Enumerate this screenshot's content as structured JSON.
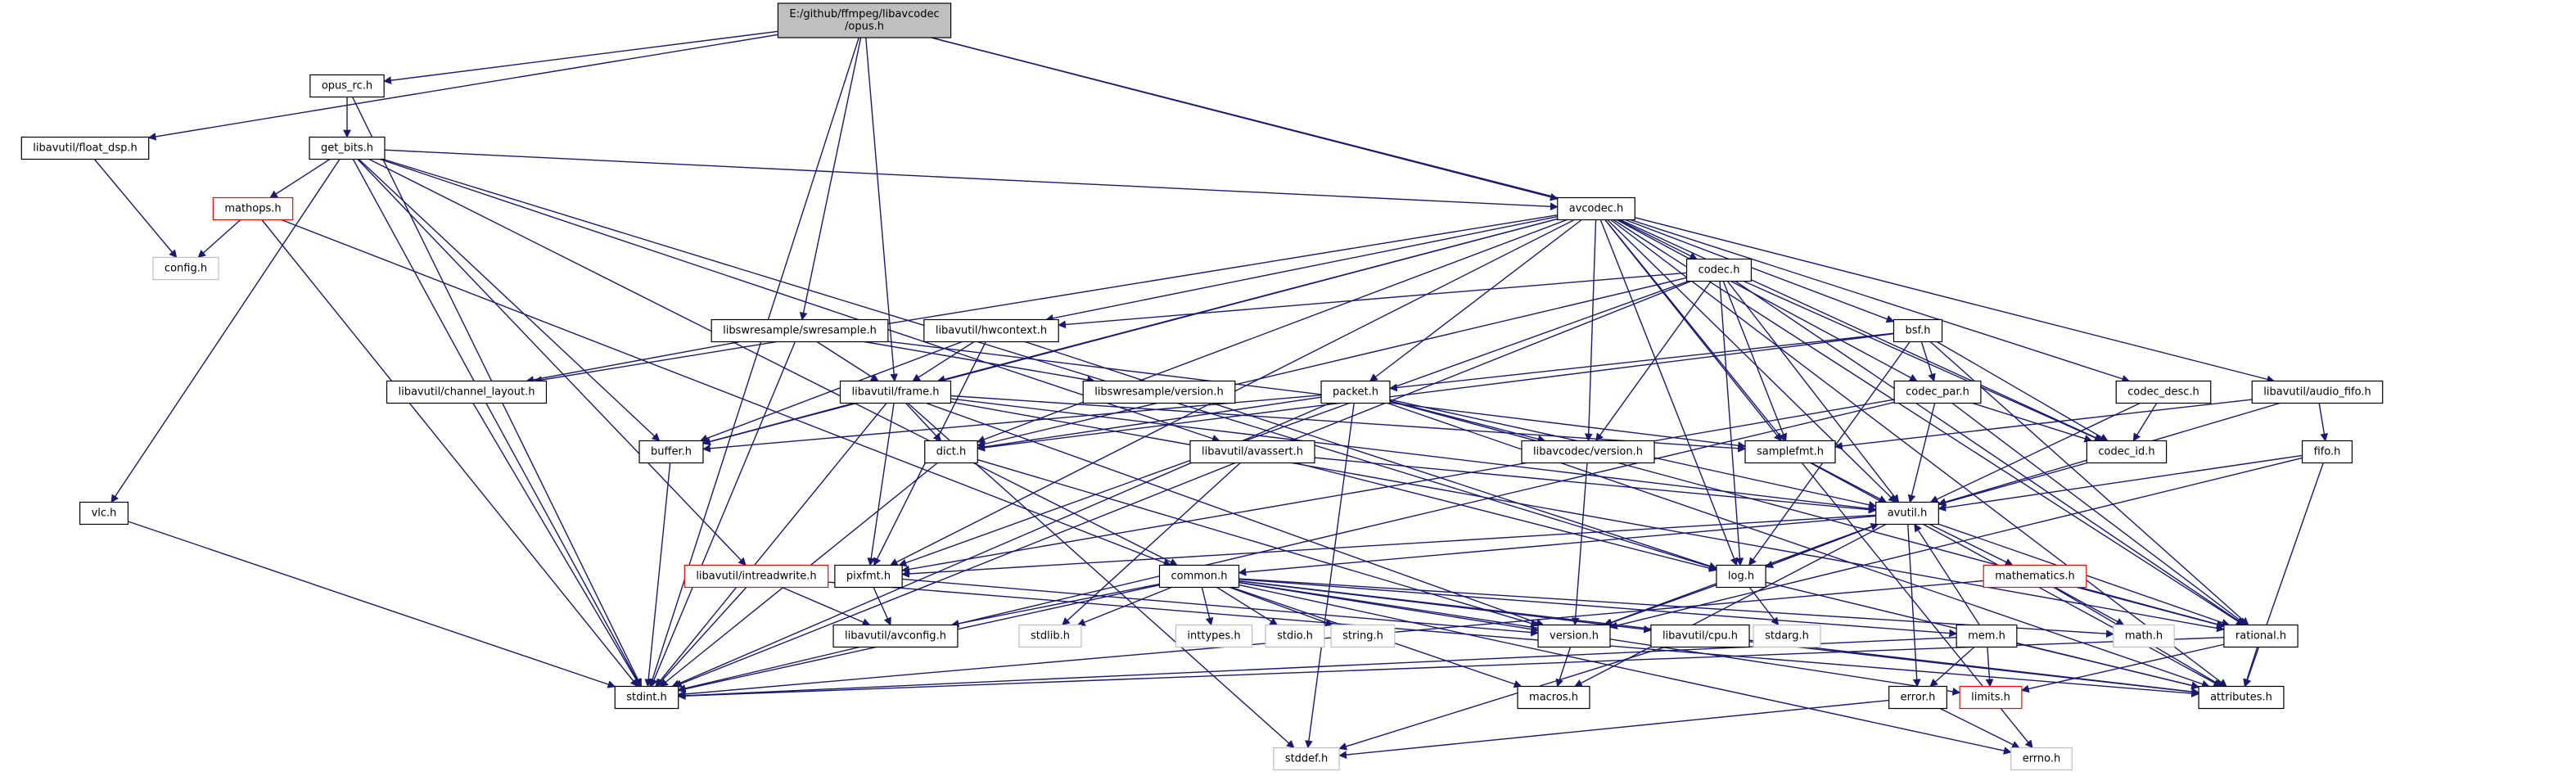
{
  "graph": {
    "root": "root",
    "nodes": [
      {
        "id": "root",
        "label": [
          "E:/github/ffmpeg/libavcodec",
          "/opus.h"
        ],
        "style": "root"
      },
      {
        "id": "opus_rc",
        "label": [
          "opus_rc.h"
        ],
        "style": "normal"
      },
      {
        "id": "float_dsp",
        "label": [
          "libavutil/float_dsp.h"
        ],
        "style": "normal"
      },
      {
        "id": "get_bits",
        "label": [
          "get_bits.h"
        ],
        "style": "normal"
      },
      {
        "id": "mathops",
        "label": [
          "mathops.h"
        ],
        "style": "warn"
      },
      {
        "id": "config",
        "label": [
          "config.h"
        ],
        "style": "sys"
      },
      {
        "id": "vlc",
        "label": [
          "vlc.h"
        ],
        "style": "normal"
      },
      {
        "id": "avcodec",
        "label": [
          "avcodec.h"
        ],
        "style": "normal"
      },
      {
        "id": "codec",
        "label": [
          "codec.h"
        ],
        "style": "normal"
      },
      {
        "id": "swresample",
        "label": [
          "libswresample/swresample.h"
        ],
        "style": "normal"
      },
      {
        "id": "hwcontext",
        "label": [
          "libavutil/hwcontext.h"
        ],
        "style": "normal"
      },
      {
        "id": "channel_layout",
        "label": [
          "libavutil/channel_layout.h"
        ],
        "style": "normal"
      },
      {
        "id": "frame",
        "label": [
          "libavutil/frame.h"
        ],
        "style": "normal"
      },
      {
        "id": "sw_version",
        "label": [
          "libswresample/version.h"
        ],
        "style": "normal"
      },
      {
        "id": "bsf",
        "label": [
          "bsf.h"
        ],
        "style": "normal"
      },
      {
        "id": "packet",
        "label": [
          "packet.h"
        ],
        "style": "normal"
      },
      {
        "id": "codec_par",
        "label": [
          "codec_par.h"
        ],
        "style": "normal"
      },
      {
        "id": "codec_desc",
        "label": [
          "codec_desc.h"
        ],
        "style": "normal"
      },
      {
        "id": "audio_fifo",
        "label": [
          "libavutil/audio_fifo.h"
        ],
        "style": "normal"
      },
      {
        "id": "buffer",
        "label": [
          "buffer.h"
        ],
        "style": "normal"
      },
      {
        "id": "dict",
        "label": [
          "dict.h"
        ],
        "style": "normal"
      },
      {
        "id": "lavc_version",
        "label": [
          "libavcodec/version.h"
        ],
        "style": "normal"
      },
      {
        "id": "samplefmt",
        "label": [
          "samplefmt.h"
        ],
        "style": "normal"
      },
      {
        "id": "codec_id",
        "label": [
          "codec_id.h"
        ],
        "style": "normal"
      },
      {
        "id": "fifo",
        "label": [
          "fifo.h"
        ],
        "style": "normal"
      },
      {
        "id": "avassert",
        "label": [
          "libavutil/avassert.h"
        ],
        "style": "normal"
      },
      {
        "id": "avutil",
        "label": [
          "avutil.h"
        ],
        "style": "normal"
      },
      {
        "id": "intreadwrite",
        "label": [
          "libavutil/intreadwrite.h"
        ],
        "style": "warn"
      },
      {
        "id": "pixfmt",
        "label": [
          "pixfmt.h"
        ],
        "style": "normal"
      },
      {
        "id": "common",
        "label": [
          "common.h"
        ],
        "style": "normal"
      },
      {
        "id": "log",
        "label": [
          "log.h"
        ],
        "style": "normal"
      },
      {
        "id": "mathematics",
        "label": [
          "mathematics.h"
        ],
        "style": "warn"
      },
      {
        "id": "avconfig",
        "label": [
          "libavutil/avconfig.h"
        ],
        "style": "normal"
      },
      {
        "id": "stdlib",
        "label": [
          "stdlib.h"
        ],
        "style": "sys"
      },
      {
        "id": "inttypes",
        "label": [
          "inttypes.h"
        ],
        "style": "sys"
      },
      {
        "id": "stdio",
        "label": [
          "stdio.h"
        ],
        "style": "sys"
      },
      {
        "id": "string",
        "label": [
          "string.h"
        ],
        "style": "sys"
      },
      {
        "id": "version",
        "label": [
          "version.h"
        ],
        "style": "normal"
      },
      {
        "id": "cpu",
        "label": [
          "libavutil/cpu.h"
        ],
        "style": "normal"
      },
      {
        "id": "mem",
        "label": [
          "mem.h"
        ],
        "style": "normal"
      },
      {
        "id": "stdarg",
        "label": [
          "stdarg.h"
        ],
        "style": "sys"
      },
      {
        "id": "math",
        "label": [
          "math.h"
        ],
        "style": "sys"
      },
      {
        "id": "rational",
        "label": [
          "rational.h"
        ],
        "style": "normal"
      },
      {
        "id": "stdint",
        "label": [
          "stdint.h"
        ],
        "style": "normal"
      },
      {
        "id": "macros",
        "label": [
          "macros.h"
        ],
        "style": "normal"
      },
      {
        "id": "error",
        "label": [
          "error.h"
        ],
        "style": "normal"
      },
      {
        "id": "limits",
        "label": [
          "limits.h"
        ],
        "style": "warn"
      },
      {
        "id": "attributes",
        "label": [
          "attributes.h"
        ],
        "style": "normal"
      },
      {
        "id": "errno",
        "label": [
          "errno.h"
        ],
        "style": "sys"
      },
      {
        "id": "stddef",
        "label": [
          "stddef.h"
        ],
        "style": "sys"
      }
    ],
    "edges": [
      [
        "root",
        "opus_rc"
      ],
      [
        "root",
        "float_dsp"
      ],
      [
        "root",
        "swresample"
      ],
      [
        "root",
        "frame"
      ],
      [
        "root",
        "avcodec"
      ],
      [
        "root",
        "audio_fifo"
      ],
      [
        "root",
        "stdint"
      ],
      [
        "opus_rc",
        "get_bits"
      ],
      [
        "opus_rc",
        "stdint"
      ],
      [
        "float_dsp",
        "config"
      ],
      [
        "get_bits",
        "mathops"
      ],
      [
        "get_bits",
        "vlc"
      ],
      [
        "get_bits",
        "avcodec"
      ],
      [
        "get_bits",
        "intreadwrite"
      ],
      [
        "get_bits",
        "common"
      ],
      [
        "get_bits",
        "log"
      ],
      [
        "get_bits",
        "avassert"
      ],
      [
        "get_bits",
        "stdint"
      ],
      [
        "get_bits",
        "buffer"
      ],
      [
        "mathops",
        "config"
      ],
      [
        "mathops",
        "common"
      ],
      [
        "mathops",
        "stdint"
      ],
      [
        "vlc",
        "stdint"
      ],
      [
        "avcodec",
        "codec"
      ],
      [
        "avcodec",
        "channel_layout"
      ],
      [
        "avcodec",
        "hwcontext"
      ],
      [
        "avcodec",
        "frame"
      ],
      [
        "avcodec",
        "buffer"
      ],
      [
        "avcodec",
        "dict"
      ],
      [
        "avcodec",
        "packet"
      ],
      [
        "avcodec",
        "lavc_version"
      ],
      [
        "avcodec",
        "samplefmt"
      ],
      [
        "avcodec",
        "bsf"
      ],
      [
        "avcodec",
        "codec_par"
      ],
      [
        "avcodec",
        "codec_desc"
      ],
      [
        "avcodec",
        "codec_id"
      ],
      [
        "avcodec",
        "avutil"
      ],
      [
        "avcodec",
        "log"
      ],
      [
        "avcodec",
        "pixfmt"
      ],
      [
        "avcodec",
        "rational"
      ],
      [
        "avcodec",
        "attributes"
      ],
      [
        "avcodec",
        "errno"
      ],
      [
        "codec",
        "hwcontext"
      ],
      [
        "codec",
        "dict"
      ],
      [
        "codec",
        "codec_id"
      ],
      [
        "codec",
        "samplefmt"
      ],
      [
        "codec",
        "log"
      ],
      [
        "codec",
        "avutil"
      ],
      [
        "codec",
        "pixfmt"
      ],
      [
        "codec",
        "rational"
      ],
      [
        "codec",
        "lavc_version"
      ],
      [
        "codec",
        "stdint"
      ],
      [
        "swresample",
        "channel_layout"
      ],
      [
        "swresample",
        "frame"
      ],
      [
        "swresample",
        "sw_version"
      ],
      [
        "swresample",
        "samplefmt"
      ],
      [
        "swresample",
        "stdint"
      ],
      [
        "hwcontext",
        "frame"
      ],
      [
        "hwcontext",
        "buffer"
      ],
      [
        "hwcontext",
        "pixfmt"
      ],
      [
        "hwcontext",
        "log"
      ],
      [
        "channel_layout",
        "stdint"
      ],
      [
        "frame",
        "buffer"
      ],
      [
        "frame",
        "dict"
      ],
      [
        "frame",
        "pixfmt"
      ],
      [
        "frame",
        "rational"
      ],
      [
        "frame",
        "samplefmt"
      ],
      [
        "frame",
        "avutil"
      ],
      [
        "frame",
        "stdint"
      ],
      [
        "frame",
        "stddef"
      ],
      [
        "frame",
        "version"
      ],
      [
        "bsf",
        "packet"
      ],
      [
        "bsf",
        "codec_par"
      ],
      [
        "bsf",
        "codec_id"
      ],
      [
        "bsf",
        "log"
      ],
      [
        "bsf",
        "rational"
      ],
      [
        "bsf",
        "dict"
      ],
      [
        "packet",
        "buffer"
      ],
      [
        "packet",
        "dict"
      ],
      [
        "packet",
        "attributes"
      ],
      [
        "packet",
        "lavc_version"
      ],
      [
        "packet",
        "stddef"
      ],
      [
        "packet",
        "stdint"
      ],
      [
        "packet",
        "avutil"
      ],
      [
        "packet",
        "rational"
      ],
      [
        "codec_par",
        "codec_id"
      ],
      [
        "codec_par",
        "avutil"
      ],
      [
        "codec_par",
        "pixfmt"
      ],
      [
        "codec_par",
        "rational"
      ],
      [
        "codec_par",
        "stdint"
      ],
      [
        "codec_desc",
        "codec_id"
      ],
      [
        "codec_desc",
        "avutil"
      ],
      [
        "audio_fifo",
        "samplefmt"
      ],
      [
        "audio_fifo",
        "fifo"
      ],
      [
        "audio_fifo",
        "avutil"
      ],
      [
        "buffer",
        "stdint"
      ],
      [
        "dict",
        "stdint"
      ],
      [
        "dict",
        "version"
      ],
      [
        "lavc_version",
        "version"
      ],
      [
        "samplefmt",
        "avutil"
      ],
      [
        "samplefmt",
        "attributes"
      ],
      [
        "codec_id",
        "avutil"
      ],
      [
        "fifo",
        "avutil"
      ],
      [
        "fifo",
        "attributes"
      ],
      [
        "fifo",
        "version"
      ],
      [
        "avassert",
        "stdlib"
      ],
      [
        "avassert",
        "avutil"
      ],
      [
        "avassert",
        "log"
      ],
      [
        "avutil",
        "common"
      ],
      [
        "avutil",
        "error"
      ],
      [
        "avutil",
        "rational"
      ],
      [
        "avutil",
        "version"
      ],
      [
        "avutil",
        "macros"
      ],
      [
        "avutil",
        "mathematics"
      ],
      [
        "avutil",
        "log"
      ],
      [
        "avutil",
        "pixfmt"
      ],
      [
        "intreadwrite",
        "stdint"
      ],
      [
        "intreadwrite",
        "avconfig"
      ],
      [
        "intreadwrite",
        "attributes"
      ],
      [
        "pixfmt",
        "avconfig"
      ],
      [
        "pixfmt",
        "version"
      ],
      [
        "common",
        "avconfig"
      ],
      [
        "common",
        "stdlib"
      ],
      [
        "common",
        "inttypes"
      ],
      [
        "common",
        "stdio"
      ],
      [
        "common",
        "string"
      ],
      [
        "common",
        "version"
      ],
      [
        "common",
        "cpu"
      ],
      [
        "common",
        "mem"
      ],
      [
        "common",
        "math"
      ],
      [
        "common",
        "errno"
      ],
      [
        "common",
        "limits"
      ],
      [
        "common",
        "attributes"
      ],
      [
        "common",
        "macros"
      ],
      [
        "common",
        "stdint"
      ],
      [
        "log",
        "stdarg"
      ],
      [
        "log",
        "avutil"
      ],
      [
        "log",
        "version"
      ],
      [
        "log",
        "attributes"
      ],
      [
        "mathematics",
        "math"
      ],
      [
        "mathematics",
        "rational"
      ],
      [
        "mathematics",
        "attributes"
      ],
      [
        "mathematics",
        "stdint"
      ],
      [
        "version",
        "macros"
      ],
      [
        "cpu",
        "stddef"
      ],
      [
        "cpu",
        "attributes"
      ],
      [
        "mem",
        "error"
      ],
      [
        "mem",
        "limits"
      ],
      [
        "mem",
        "avutil"
      ],
      [
        "mem",
        "attributes"
      ],
      [
        "mem",
        "stdint"
      ],
      [
        "rational",
        "attributes"
      ],
      [
        "rational",
        "limits"
      ],
      [
        "rational",
        "stdint"
      ],
      [
        "error",
        "errno"
      ],
      [
        "error",
        "stddef"
      ]
    ]
  }
}
